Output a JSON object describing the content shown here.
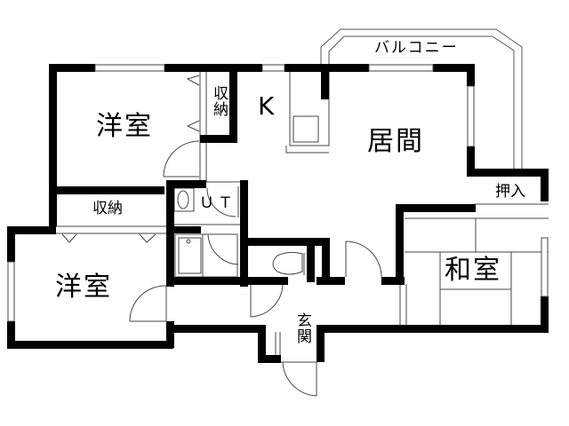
{
  "floorplan": {
    "wall_color": "#000000",
    "line_color": "#444444",
    "background": "#ffffff",
    "rooms": {
      "western_room_upper": {
        "label": "洋室"
      },
      "closet_upper": {
        "label": "収納"
      },
      "kitchen": {
        "label": "K"
      },
      "living_room": {
        "label": "居間"
      },
      "balcony": {
        "label": "バルコニー"
      },
      "closet_oshiire": {
        "label": "押入"
      },
      "closet_middle": {
        "label": "収納"
      },
      "utility": {
        "label": "ＵＴ"
      },
      "western_room_lower": {
        "label": "洋室"
      },
      "japanese_room": {
        "label": "和室"
      },
      "entrance": {
        "label": "玄関"
      }
    }
  }
}
